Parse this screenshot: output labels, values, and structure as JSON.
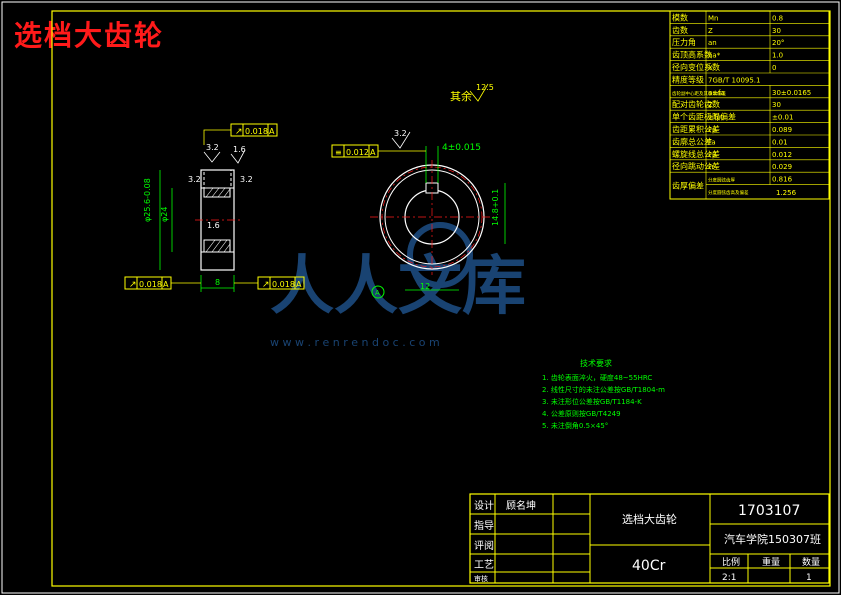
{
  "drawing_title": "选档大齿轮",
  "watermark": {
    "text": "人人文库",
    "url": "w w w . r e n r e n d o c . c o m"
  },
  "gear_table": [
    {
      "name": "模数",
      "symbol": "Mn",
      "value": "0.8"
    },
    {
      "name": "齿数",
      "symbol": "Z",
      "value": "30"
    },
    {
      "name": "压力角",
      "symbol": "an",
      "value": "20°"
    },
    {
      "name": "齿顶高系数",
      "symbol": "ha*",
      "value": "1.0"
    },
    {
      "name": "径向变位系数",
      "symbol": "X",
      "value": "0"
    },
    {
      "name": "精度等级",
      "symbol": "7GB/T 10095.1",
      "value": ""
    },
    {
      "name": "齿轮副中心距及其极限偏差",
      "symbol": "a±fa",
      "value": "30±0.0165"
    },
    {
      "name": "配对齿轮齿数",
      "symbol": "Z",
      "value": "30"
    },
    {
      "name": "单个齿距极限偏差",
      "symbol": "±fpt",
      "value": "±0.01"
    },
    {
      "name": "齿距累积公差",
      "symbol": "Fp",
      "value": "0.089"
    },
    {
      "name": "齿廓总公差",
      "symbol": "Fa",
      "value": "0.01"
    },
    {
      "name": "螺旋线总公差",
      "symbol": "Fβ",
      "value": "0.012"
    },
    {
      "name": "径向跳动公差",
      "symbol": "Fr",
      "value": "0.029"
    }
  ],
  "tooth_thickness": {
    "label": "齿厚偏差",
    "row1_name": "分度圆弦齿厚",
    "row1_value": "0.816",
    "row2_name": "分度圆弦齿高及偏差",
    "row2_value": "1.256"
  },
  "side_view": {
    "tol_top": "0.018",
    "datum_top": "A",
    "rough_left": "3.2",
    "rough_right": "1.6",
    "rough_face_left": "3.2",
    "rough_face_right": "3.2",
    "rough_bore": "1.6",
    "dim_outer": "φ25.6-0.08",
    "dim_inner": "φ24",
    "dim_width": "8",
    "tol_bottom_left": "0.018",
    "tol_bottom_right": "0.018",
    "datum_bottom": "A"
  },
  "front_view": {
    "other_rough_label": "其余",
    "other_rough_value": "12.5",
    "rough_top": "3.2",
    "sym_tol": "0.012",
    "sym_datum": "A",
    "key_width": "4±0.015",
    "key_depth": "14.8+0.1",
    "bore_dim": "12",
    "datum_marker": "A"
  },
  "tech_req": {
    "title": "技术要求",
    "items": [
      "1. 齿轮表面淬火，硬度48~55HRC",
      "2. 线性尺寸的未注公差按GB/T1804-m",
      "3. 未注形位公差按GB/T1184-K",
      "4. 公差原则按GB/T4249",
      "5. 未注倒角0.5×45°"
    ]
  },
  "title_block": {
    "rows": [
      "设计",
      "指导",
      "评阅",
      "工艺",
      "审核"
    ],
    "designer": "顾名坤",
    "part_name": "选档大齿轮",
    "material": "40Cr",
    "drawing_no": "1703107",
    "school": "汽车学院150307班",
    "scale_label": "比例",
    "weight_label": "重量",
    "qty_label": "数量",
    "scale": "2:1",
    "qty": "1"
  },
  "colors": {
    "line": "#ffff00",
    "text": "#ffff00",
    "green": "#00ff00",
    "cyan": "#00ffff",
    "red": "#ff1a1a",
    "white": "#ffffff"
  }
}
